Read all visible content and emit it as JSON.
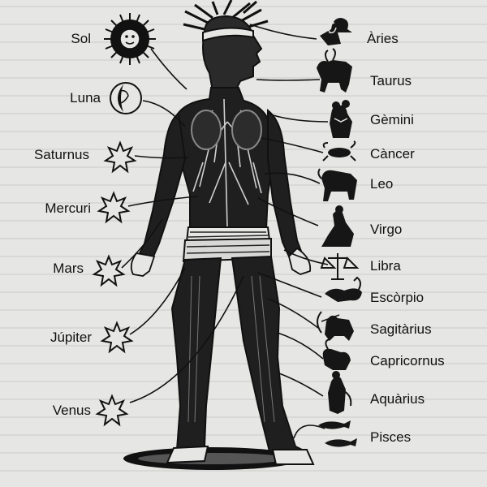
{
  "planets": [
    {
      "name": "Sol",
      "icon": "sun-icon"
    },
    {
      "name": "Luna",
      "icon": "moon-icon"
    },
    {
      "name": "Saturnus",
      "icon": "star-icon"
    },
    {
      "name": "Mercuri",
      "icon": "star-icon"
    },
    {
      "name": "Mars",
      "icon": "star-icon"
    },
    {
      "name": "Júpiter",
      "icon": "star-icon"
    },
    {
      "name": "Venus",
      "icon": "star-icon"
    }
  ],
  "zodiac": [
    {
      "name": "Àries",
      "icon": "ram-icon"
    },
    {
      "name": "Taurus",
      "icon": "bull-icon"
    },
    {
      "name": "Gèmini",
      "icon": "twins-icon"
    },
    {
      "name": "Càncer",
      "icon": "crab-icon"
    },
    {
      "name": "Leo",
      "icon": "lion-icon"
    },
    {
      "name": "Virgo",
      "icon": "maiden-icon"
    },
    {
      "name": "Libra",
      "icon": "scales-icon"
    },
    {
      "name": "Escòrpio",
      "icon": "scorpion-icon"
    },
    {
      "name": "Sagitàrius",
      "icon": "archer-icon"
    },
    {
      "name": "Capricornus",
      "icon": "goat-icon"
    },
    {
      "name": "Aquàrius",
      "icon": "water-bearer-icon"
    },
    {
      "name": "Pisces",
      "icon": "fish-icon"
    }
  ]
}
